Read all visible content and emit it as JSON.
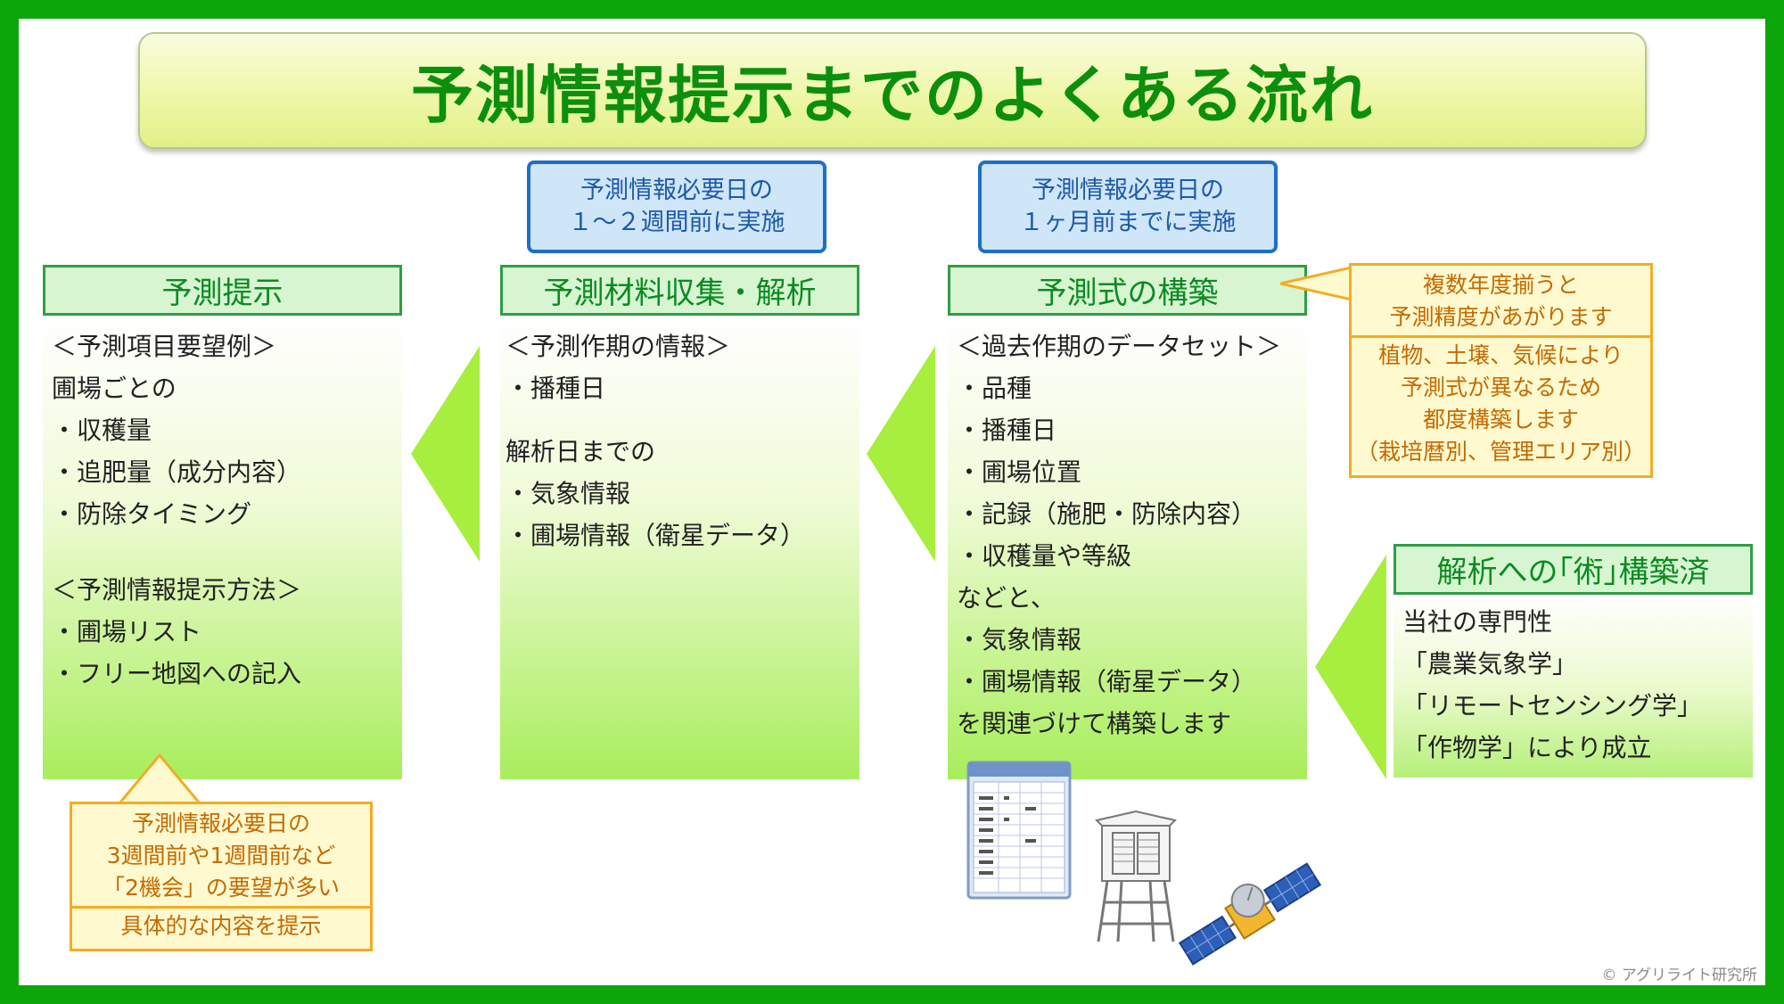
{
  "title": "予測情報提示までのよくある流れ",
  "timing": {
    "left": [
      "予測情報必要日の",
      "１～２週間前に実施"
    ],
    "right": [
      "予測情報必要日の",
      "１ヶ月前までに実施"
    ]
  },
  "panels": {
    "present": {
      "heading": "予測提示",
      "lines": [
        "＜予測項目要望例＞",
        "圃場ごとの",
        "・収穫量",
        "・追肥量（成分内容）",
        "・防除タイミング",
        "",
        "＜予測情報提示方法＞",
        "・圃場リスト",
        "・フリー地図への記入"
      ]
    },
    "collect": {
      "heading": "予測材料収集・解析",
      "lines": [
        "＜予測作期の情報＞",
        "・播種日",
        "",
        "解析日までの",
        "・気象情報",
        "・圃場情報（衛星データ）"
      ]
    },
    "build": {
      "heading": "予測式の構築",
      "lines": [
        "＜過去作期のデータセット＞",
        "・品種",
        "・播種日",
        "・圃場位置",
        "・記録（施肥・防除内容）",
        "・収穫量や等級",
        "などと、",
        "・気象情報",
        "・圃場情報（衛星データ）",
        "を関連づけて構築します"
      ]
    },
    "skill": {
      "heading": "解析への｢術｣構築済",
      "lines": [
        "当社の専門性",
        "「農業気象学」",
        "「リモートセンシング学」",
        "「作物学」により成立"
      ]
    }
  },
  "callouts": {
    "accuracy": {
      "top": [
        "複数年度揃うと",
        "予測精度があがります"
      ],
      "bottom": [
        "植物、土壌、気候により",
        "予測式が異なるため",
        "都度構築します",
        "（栽培暦別、管理エリア別）"
      ]
    },
    "request": {
      "top": [
        "予測情報必要日の",
        "3週間前や1週間前など",
        "「2機会」の要望が多い"
      ],
      "bottom": [
        "具体的な内容を提示"
      ]
    }
  },
  "illustrations": [
    "spreadsheet-icon",
    "weather-station-icon",
    "satellite-icon"
  ],
  "copyright": "© アグリライト研究所",
  "colors": {
    "frame": "#0aa60a",
    "title_text": "#0c8f0c",
    "panel_border": "#2f9e47",
    "arrow": "#a8ee3e",
    "timing_border": "#1e6fc6",
    "callout_border": "#f3ac22"
  }
}
